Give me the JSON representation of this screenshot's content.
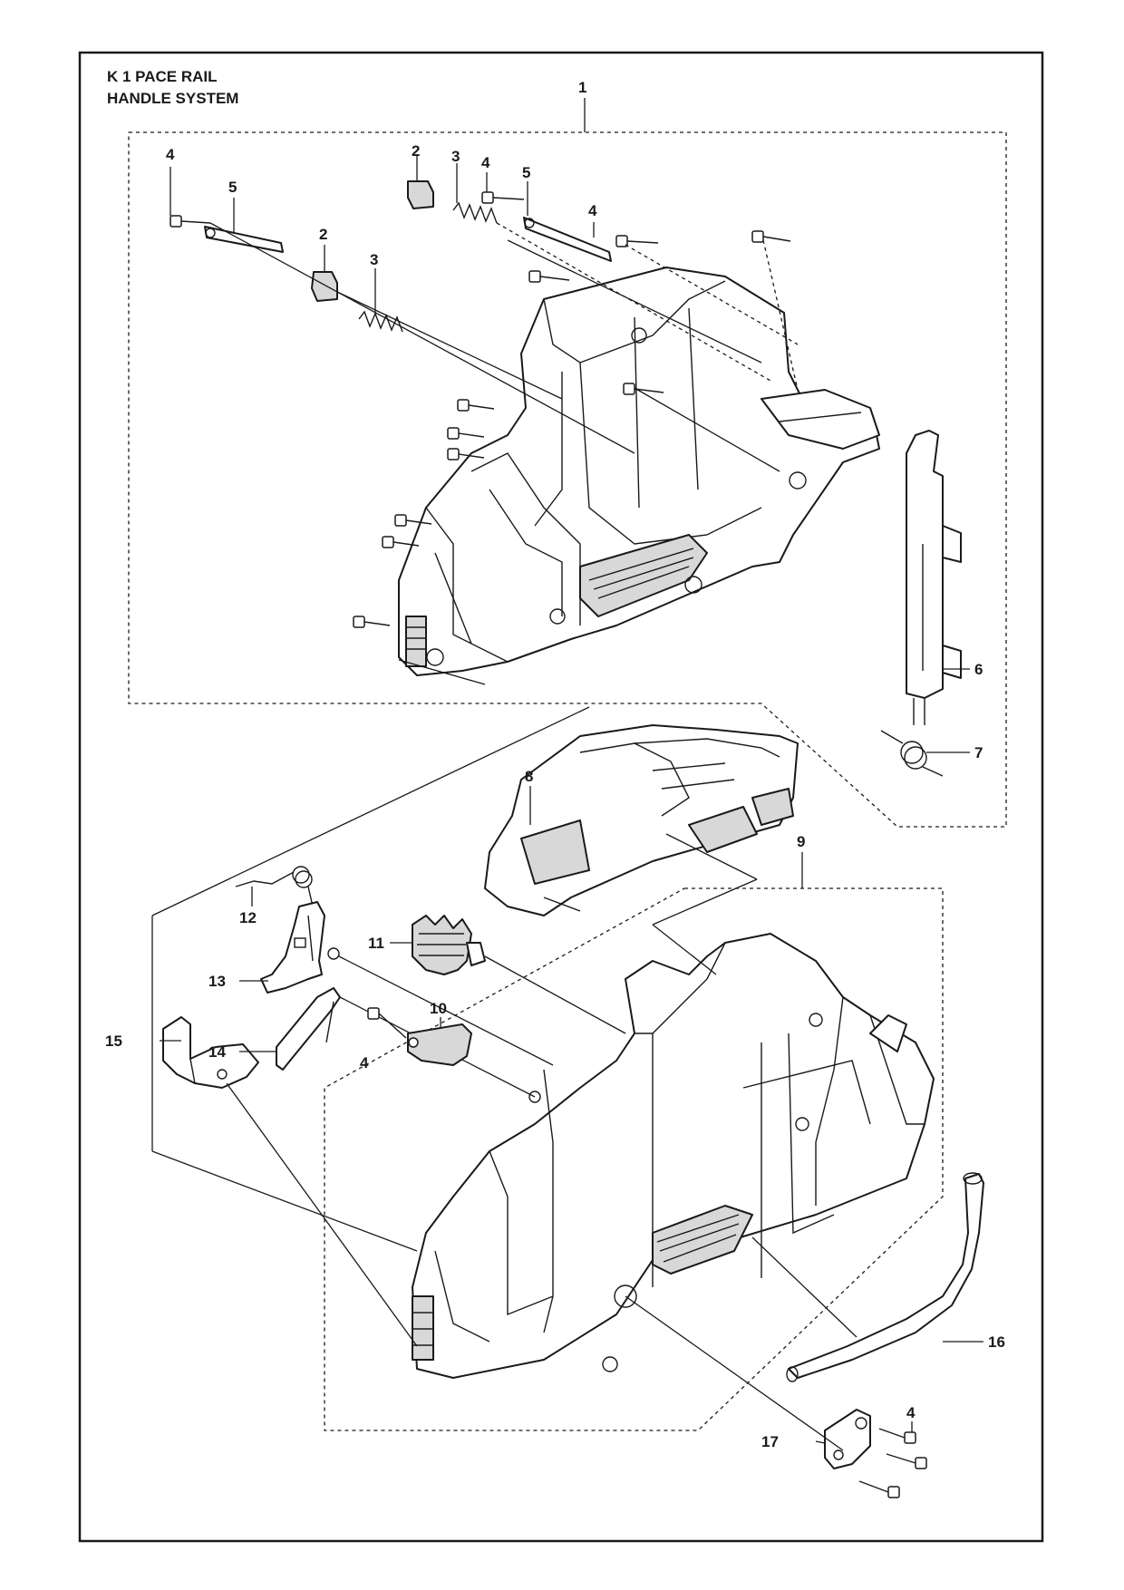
{
  "title": {
    "line1": "K 1 PACE RAIL",
    "line2": "HANDLE SYSTEM"
  },
  "callouts": {
    "c1": "1",
    "c2a": "2",
    "c2b": "2",
    "c3a": "3",
    "c3b": "3",
    "c4a": "4",
    "c4b": "4",
    "c4c": "4",
    "c4d": "4",
    "c4e": "4",
    "c5a": "5",
    "c5b": "5",
    "c6": "6",
    "c7": "7",
    "c8": "8",
    "c9": "9",
    "c10": "10",
    "c11": "11",
    "c12": "12",
    "c13": "13",
    "c14": "14",
    "c15": "15",
    "c16": "16",
    "c17": "17"
  }
}
